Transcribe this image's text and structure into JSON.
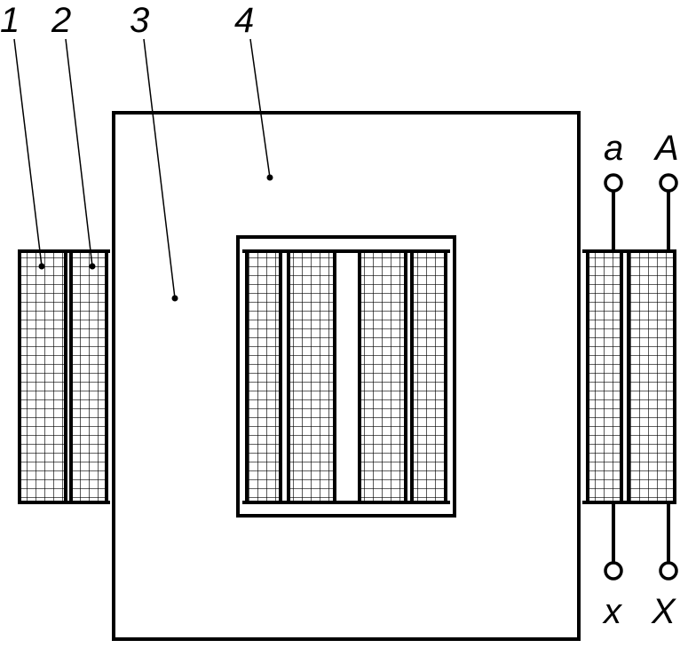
{
  "labels": {
    "part1": "1",
    "part2": "2",
    "part3": "3",
    "part4": "4",
    "terminal_a": "a",
    "terminal_A": "A",
    "terminal_x": "x",
    "terminal_X": "X"
  },
  "colors": {
    "line": "#000000",
    "background": "#ffffff"
  }
}
